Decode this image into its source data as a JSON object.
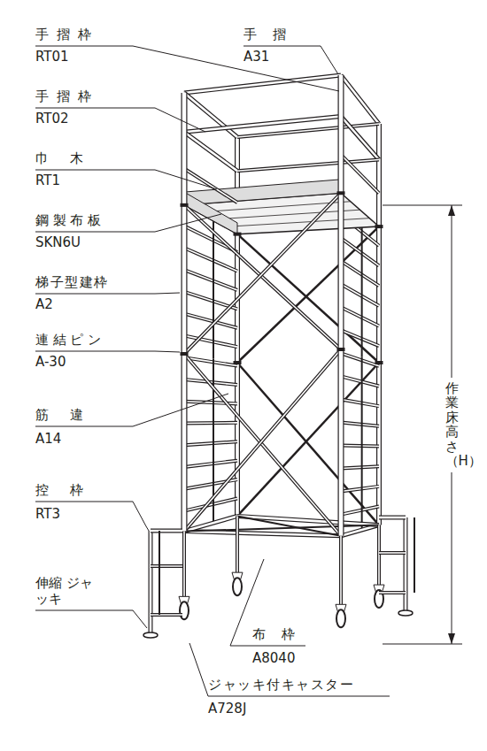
{
  "diagram": {
    "labels": [
      "手摺枠",
      "RT01",
      "手摺",
      "A31",
      "手摺枠",
      "RT02",
      "巾木",
      "RT1",
      "鋼製布板",
      "SKN6U",
      "梯子型建枠",
      "A2",
      "連結ピン",
      "A-30",
      "筋違",
      "A14",
      "控枠",
      "RT3",
      "伸縮 ジャッキ",
      "布枠",
      "A8040",
      "ジャッキ付キャスター",
      "A728J",
      "作業床高さ（H）"
    ]
  }
}
